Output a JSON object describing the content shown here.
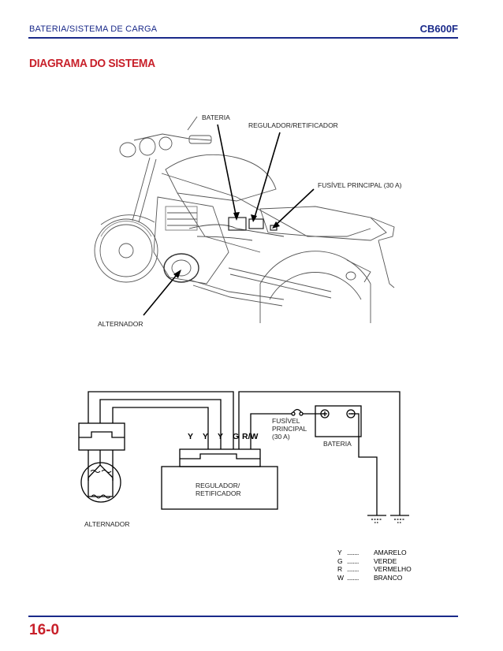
{
  "header": {
    "section": "BATERIA/SISTEMA DE CARGA",
    "model": "CB600F"
  },
  "title": "DIAGRAMA DO SISTEMA",
  "illustration": {
    "labels": {
      "battery": "BATERIA",
      "regulator": "REGULADOR/RETIFICADOR",
      "main_fuse": "FUSÍVEL PRINCIPAL (30 A)",
      "alternator": "ALTERNADOR"
    }
  },
  "schematic": {
    "wire_codes": [
      "Y",
      "Y",
      "Y",
      "G",
      "R/W"
    ],
    "fuse_lines": [
      "FUSÍVEL",
      "PRINCIPAL",
      "(30 A)"
    ],
    "battery": "BATERIA",
    "regulator_lines": [
      "REGULADOR/",
      "RETIFICADOR"
    ],
    "alternator": "ALTERNADOR"
  },
  "legend": [
    {
      "code": "Y",
      "dots": "........",
      "color": "AMARELO"
    },
    {
      "code": "G",
      "dots": "........",
      "color": "VERDE"
    },
    {
      "code": "R",
      "dots": "........",
      "color": "VERMELHO"
    },
    {
      "code": "W",
      "dots": "........",
      "color": "BRANCO"
    }
  ],
  "footer": {
    "page": "16-0"
  },
  "colors": {
    "header_blue": "#1a2a8a",
    "title_red": "#c8202a"
  }
}
